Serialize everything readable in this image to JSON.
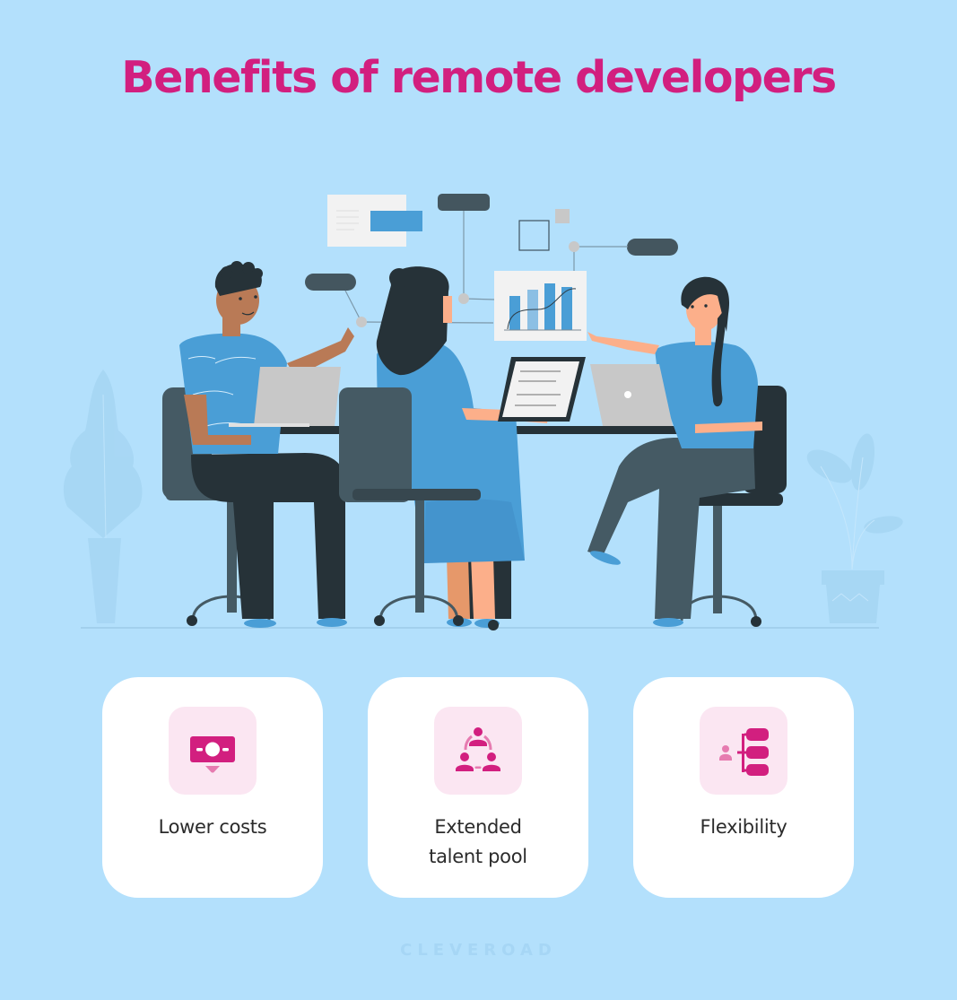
{
  "header": {
    "title": "Benefits of remote developers"
  },
  "illustration": {
    "description": "Three people working at a shared desk with laptops, floating chart and UI cards",
    "elements": [
      "man-with-laptop",
      "woman-back-view-with-laptop",
      "woman-with-braid-and-laptop",
      "bar-chart-card",
      "ui-card",
      "plant-left",
      "plant-right"
    ]
  },
  "benefits": [
    {
      "label": "Lower costs",
      "icon": "money-down-icon"
    },
    {
      "label": "Extended talent pool",
      "label_line1": "Extended",
      "label_line2": "talent pool",
      "icon": "team-network-icon"
    },
    {
      "label": "Flexibility",
      "icon": "person-hierarchy-icon"
    }
  ],
  "footer": {
    "brand": "CLEVEROAD"
  },
  "colors": {
    "background": "#b3e0fc",
    "accent": "#d21f7f",
    "accent_light": "#e67bb0",
    "icon_bg": "#fbe6f2",
    "card_bg": "#ffffff",
    "text": "#2b2b2b"
  }
}
